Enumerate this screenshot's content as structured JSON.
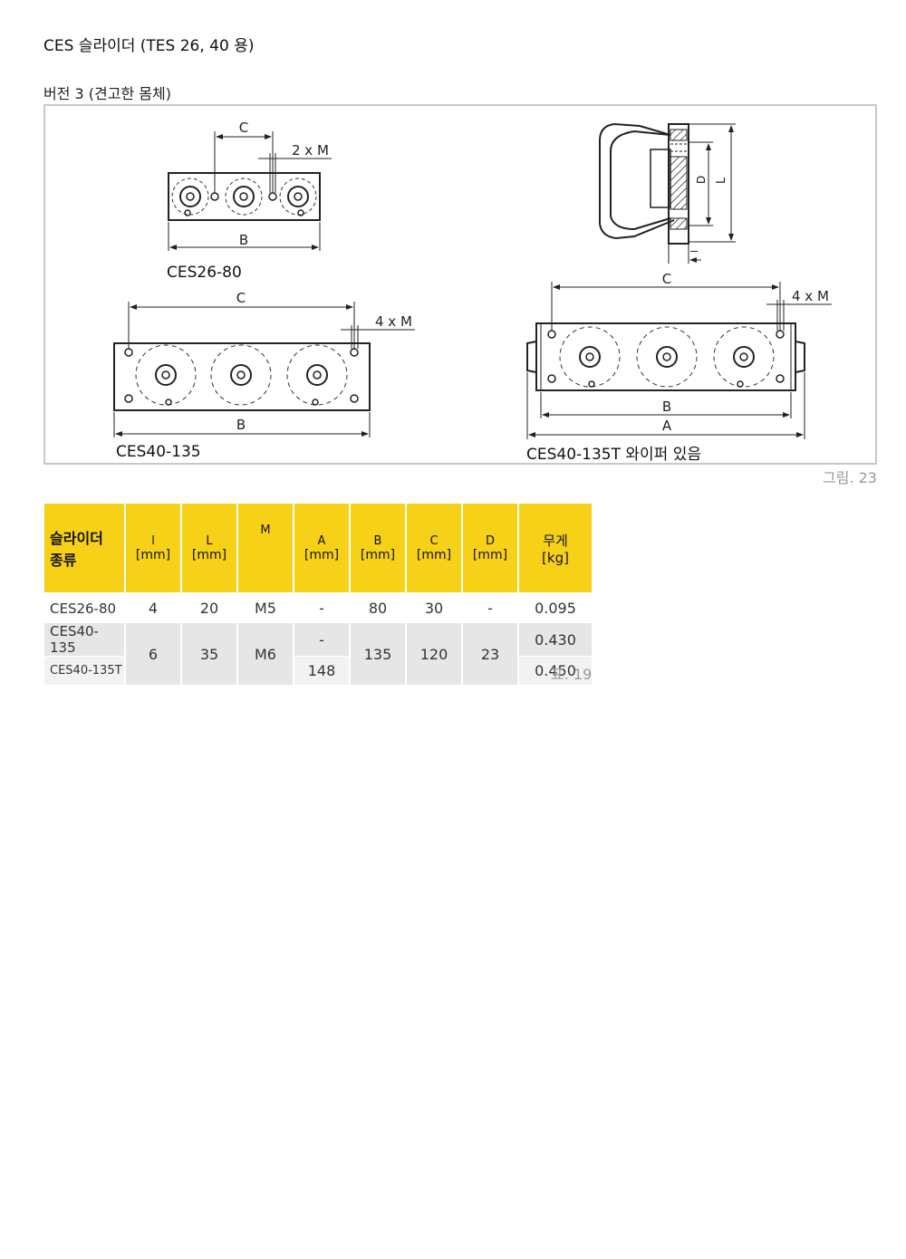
{
  "title": "CES 슬라이더 (TES 26, 40 용)",
  "subtitle": "버전 3 (견고한 몸체)",
  "figure": {
    "caption": "그림. 23",
    "labels": {
      "c": "C",
      "b": "B",
      "a": "A",
      "d": "D",
      "l": "L",
      "i": "l",
      "m2": "2 x M",
      "m4": "4 x M"
    },
    "drawings": {
      "ces26": "CES26-80",
      "ces40": "CES40-135",
      "ces40t": "CES40-135T 와이퍼 있음"
    }
  },
  "table": {
    "caption": "표. 19",
    "headers": {
      "type_line1": "슬라이더",
      "type_line2": "종류",
      "l_small": "l",
      "L": "L",
      "M": "M",
      "A": "A",
      "B": "B",
      "C": "C",
      "D": "D",
      "weight_line1": "무게",
      "weight_line2": "[kg]",
      "unit_mm": "[mm]"
    },
    "rows": {
      "r1": {
        "name": "CES26-80",
        "l": "4",
        "L": "20",
        "M": "M5",
        "A": "-",
        "B": "80",
        "C": "30",
        "D": "-",
        "w": "0.095"
      },
      "r2": {
        "name": "CES40-135",
        "A": "-",
        "w": "0.430"
      },
      "r3": {
        "name": "CES40-135T",
        "A": "148",
        "w": "0.450"
      },
      "merged": {
        "l": "6",
        "L": "35",
        "M": "M6",
        "B": "135",
        "C": "120",
        "D": "23"
      }
    }
  }
}
